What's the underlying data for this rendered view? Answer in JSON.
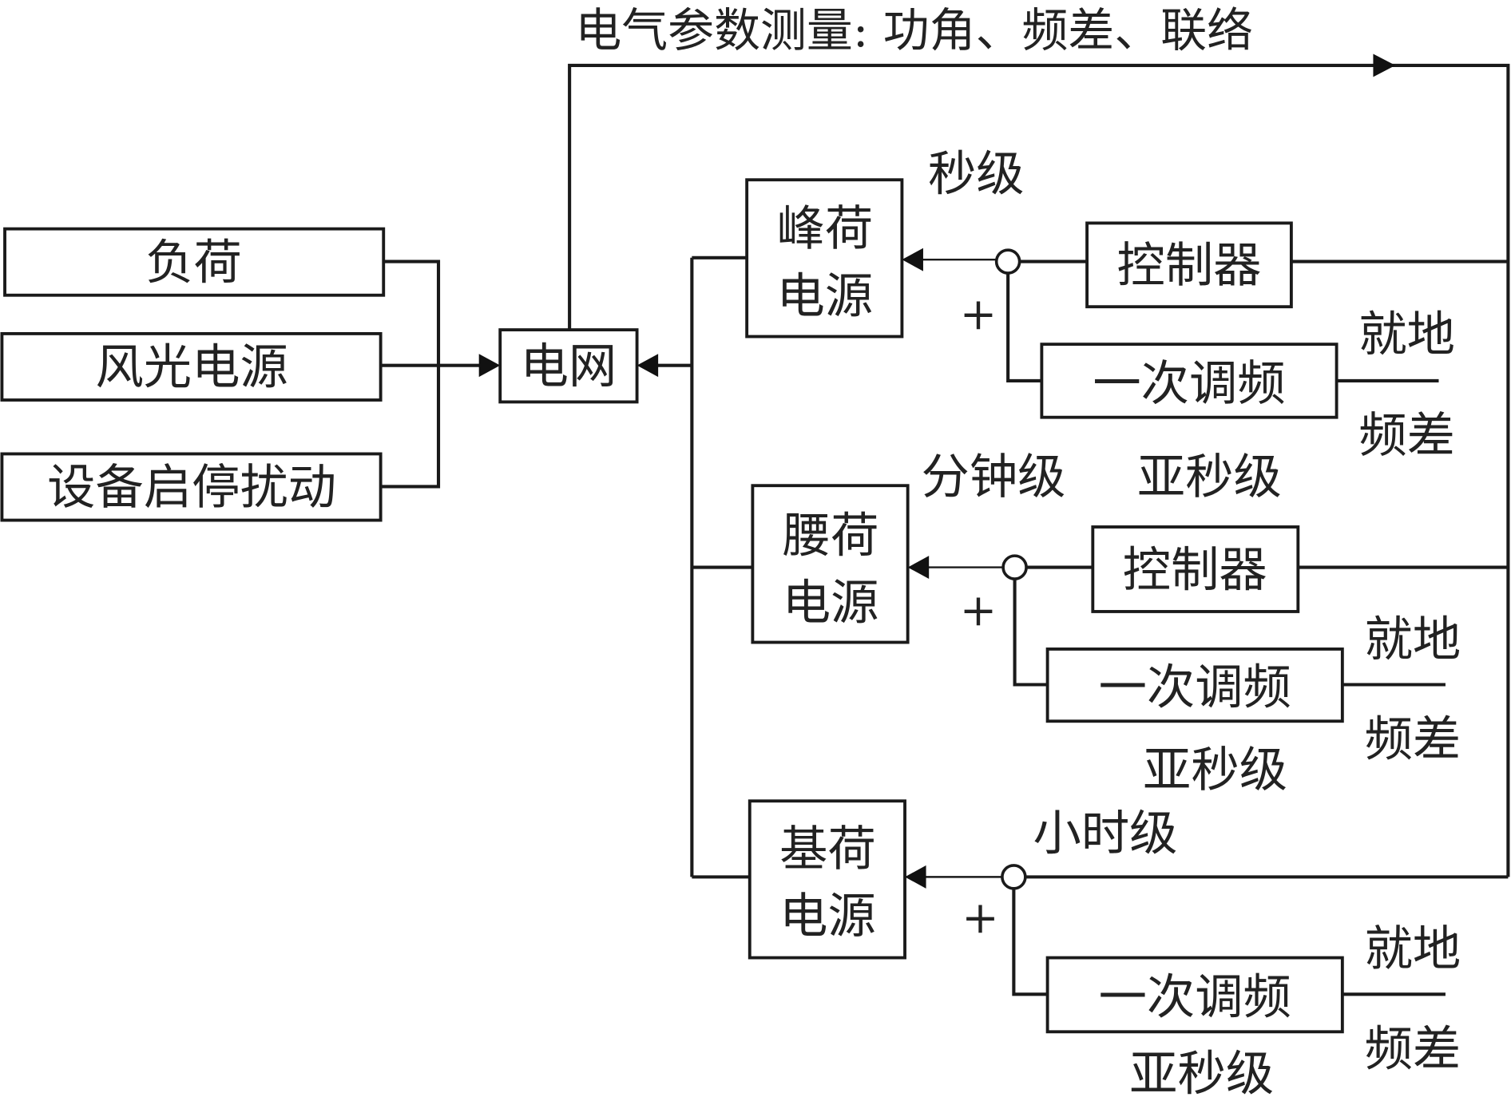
{
  "title": "电气参数测量: 功角、频差、联络",
  "disturbances": [
    {
      "label": "负荷"
    },
    {
      "label": "风光电源"
    },
    {
      "label": "设备启停扰动"
    }
  ],
  "grid": {
    "label": "电网"
  },
  "sources": [
    {
      "line1": "峰荷",
      "line2": "电源",
      "timescale": "秒级",
      "controller": "控制器",
      "primary_regulation": "一次调频",
      "local_label": "就地",
      "freq_diff_label": "频差",
      "sum_sign": "+",
      "sub_label": ""
    },
    {
      "line1": "腰荷",
      "line2": "电源",
      "timescale": "分钟级",
      "controller": "控制器",
      "primary_regulation": "一次调频",
      "local_label": "就地",
      "freq_diff_label": "频差",
      "sum_sign": "+",
      "sub_label": "亚秒级"
    },
    {
      "line1": "基荷",
      "line2": "电源",
      "timescale": "小时级",
      "controller": "",
      "primary_regulation": "一次调频",
      "local_label": "就地",
      "freq_diff_label": "频差",
      "sum_sign": "+",
      "sub_label": "亚秒级"
    }
  ],
  "extra_labels": {
    "peak_sub_timescale": "亚秒级",
    "base_sub_timescale": "亚秒级"
  }
}
